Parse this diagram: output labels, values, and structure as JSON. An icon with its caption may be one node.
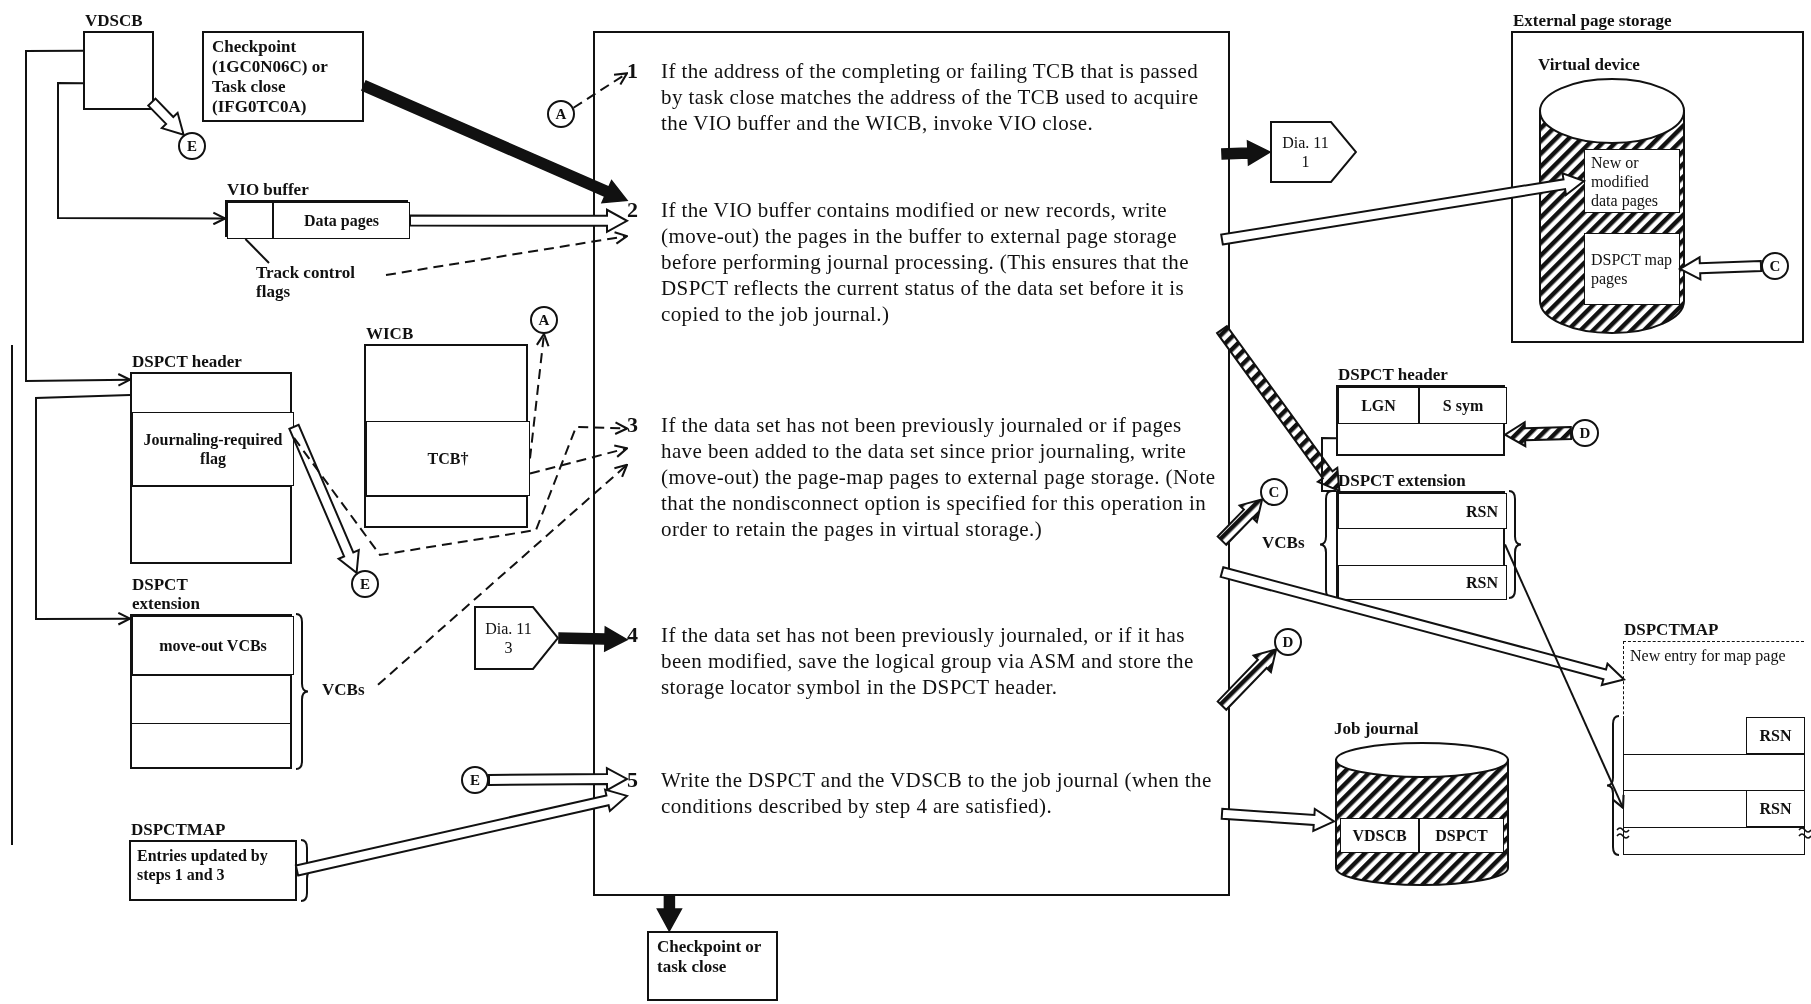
{
  "diagram": {
    "nodes": [
      {
        "text": [
          "VDSCB"
        ]
      },
      {
        "text": [
          "Checkpoint (1GC0N06C) or Task close (IFG0TC0A)"
        ]
      },
      {
        "text": [
          "E"
        ]
      },
      {
        "text": [
          "VIO buffer"
        ]
      },
      {
        "text": [],
        "shape": "box",
        "in": 3
      },
      {
        "text": [
          "Data pages"
        ],
        "in": 3
      },
      {
        "text": [
          "Track control flags"
        ]
      },
      {
        "text": [
          "A"
        ]
      },
      {
        "text": [],
        "shape": "box"
      },
      {
        "text": [
          "1",
          "If the address of the completing or failing TCB that is passed by task close matches the address of the TCB used to acquire the VIO buffer and the WICB, invoke VIO close."
        ],
        "in": 8
      },
      {
        "text": [
          "2",
          "If the VIO buffer contains modified or new records, write (move-out) the pages in the buffer to external page storage before performing journal processing. (This ensures that the DSPCT reflects the current status of the data set before it is copied to the job journal.)"
        ],
        "in": 8
      },
      {
        "text": [
          "3",
          "If the data set has not been previously journaled or if pages have been added to the data set since prior journaling, write (move-out) the page-map pages to external page storage. (Note that the nondisconnect option is specified for this operation in order to retain the pages in virtual storage.)"
        ],
        "in": 8
      },
      {
        "text": [
          "4",
          "If the data set has not been previously journaled, or if it has been modified, save the logical group via ASM and store the storage locator symbol in the DSPCT header."
        ],
        "in": 8
      },
      {
        "text": [
          "5",
          "Write the DSPCT and the VDSCB to the job journal (when the conditions described by step 4 are satisfied)."
        ],
        "in": 8
      },
      {
        "text": [
          "Dia. 11",
          "1"
        ]
      },
      {
        "text": [
          "External page storage"
        ]
      },
      {
        "text": [
          "Virtual device"
        ],
        "in": 15
      },
      {
        "text": [
          "New or modified data pages"
        ],
        "in": 16
      },
      {
        "text": [
          "DSPCT map pages"
        ],
        "in": 16
      },
      {
        "text": [
          "C"
        ],
        "in": 15
      },
      {
        "text": [
          "WICB"
        ]
      },
      {
        "text": [
          "TCB†"
        ],
        "in": 20
      },
      {
        "text": [
          "A"
        ]
      },
      {
        "text": [
          "DSPCT header"
        ]
      },
      {
        "text": [
          "Journaling-required flag"
        ],
        "in": 23
      },
      {
        "text": [
          "E"
        ]
      },
      {
        "text": [
          "DSPCT extension"
        ]
      },
      {
        "text": [
          "move-out VCBs"
        ],
        "in": 26
      },
      {
        "text": [
          "VCBs"
        ]
      },
      {
        "text": [
          "Dia. 11",
          "3"
        ]
      },
      {
        "text": [
          "E"
        ]
      },
      {
        "text": [
          "DSPCTMAP",
          "Entries updated by steps 1 and 3"
        ]
      },
      {
        "text": [
          "Checkpoint or task close"
        ]
      },
      {
        "text": [
          "DSPCT header"
        ]
      },
      {
        "text": [
          "LGN"
        ],
        "in": 33
      },
      {
        "text": [
          "S sym"
        ],
        "in": 33
      },
      {
        "text": [
          "D"
        ]
      },
      {
        "text": [
          "C"
        ]
      },
      {
        "text": [
          "DSPCT extension"
        ]
      },
      {
        "text": [
          "RSN"
        ],
        "in": 38
      },
      {
        "text": [
          "RSN"
        ],
        "in": 38
      },
      {
        "text": [
          "D"
        ]
      },
      {
        "text": [
          "Job journal"
        ]
      },
      {
        "text": [
          "VDSCB"
        ],
        "in": 42
      },
      {
        "text": [
          "DSPCT"
        ],
        "in": 42
      },
      {
        "text": [
          "DSPCTMAP"
        ]
      },
      {
        "text": [
          "New entry for map page"
        ],
        "in": 45
      },
      {
        "text": [
          "RSN"
        ],
        "in": 45
      },
      {
        "text": [
          "RSN"
        ],
        "in": 45
      }
    ],
    "edges": [
      {
        "from": 0,
        "to": 3,
        "arrow": "to"
      },
      {
        "from": 0,
        "to": 23,
        "arrow": "to"
      },
      {
        "from": 23,
        "to": 26,
        "arrow": "to"
      },
      {
        "from": 0,
        "to": 2,
        "arrow": "to"
      },
      {
        "from": 1,
        "to": 10,
        "arrow": "to",
        "style": "thick"
      },
      {
        "from": 7,
        "to": 9,
        "arrow": "to",
        "style": "dashed"
      },
      {
        "from": 5,
        "to": 10,
        "arrow": "to"
      },
      {
        "from": 6,
        "to": 4,
        "arrow": "none"
      },
      {
        "from": 6,
        "to": 10,
        "arrow": "to",
        "style": "dashed"
      },
      {
        "from": 9,
        "to": 14,
        "arrow": "to",
        "style": "thick"
      },
      {
        "from": 10,
        "to": 17,
        "arrow": "to"
      },
      {
        "from": 19,
        "to": 18,
        "arrow": "to"
      },
      {
        "from": 10,
        "to": 38,
        "arrow": "to",
        "style": "thick"
      },
      {
        "from": 21,
        "to": 22,
        "arrow": "to",
        "style": "dashed"
      },
      {
        "from": 24,
        "to": 25,
        "arrow": "to"
      },
      {
        "from": 24,
        "to": 11,
        "arrow": "to",
        "style": "dashed"
      },
      {
        "from": 21,
        "to": 11,
        "arrow": "to",
        "style": "dashed"
      },
      {
        "from": 28,
        "to": 11,
        "arrow": "to",
        "style": "dashed"
      },
      {
        "from": 29,
        "to": 12,
        "arrow": "to",
        "style": "thick"
      },
      {
        "from": 30,
        "to": 13,
        "arrow": "to"
      },
      {
        "from": 31,
        "to": 13,
        "arrow": "to"
      },
      {
        "from": 8,
        "to": 32,
        "arrow": "to",
        "style": "thick"
      },
      {
        "from": 13,
        "to": 42,
        "arrow": "to"
      },
      {
        "from": 11,
        "to": 37,
        "arrow": "to",
        "style": "thick"
      },
      {
        "from": 12,
        "to": 41,
        "arrow": "to",
        "style": "thick"
      },
      {
        "from": 36,
        "to": 33,
        "arrow": "to",
        "style": "thick"
      },
      {
        "from": 11,
        "to": 46,
        "arrow": "to"
      },
      {
        "from": 38,
        "to": 45,
        "arrow": "to"
      },
      {
        "from": 33,
        "to": 38,
        "arrow": "none"
      }
    ],
    "labels": [
      "VCBs"
    ]
  }
}
